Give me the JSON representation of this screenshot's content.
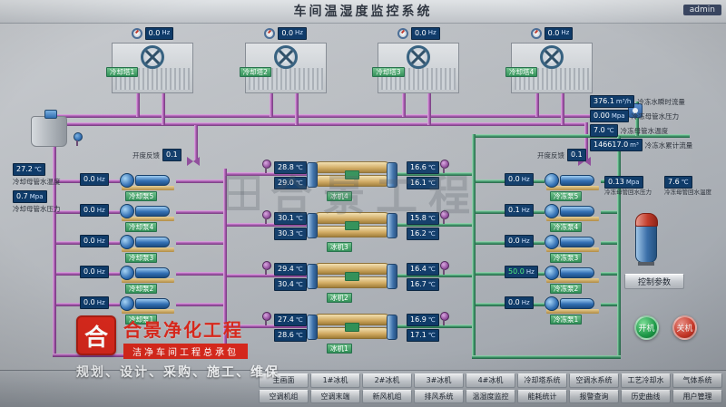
{
  "header": {
    "title": "车间温湿度监控系统",
    "user": "admin"
  },
  "watermark": {
    "text": "合景工程"
  },
  "towers": [
    {
      "name": "冷却塔1",
      "freq": "0.0",
      "unit": "Hz"
    },
    {
      "name": "冷却塔2",
      "freq": "0.0",
      "unit": "Hz"
    },
    {
      "name": "冷却塔3",
      "freq": "0.0",
      "unit": "Hz"
    },
    {
      "name": "冷却塔4",
      "freq": "0.0",
      "unit": "Hz"
    }
  ],
  "left_pumps": [
    {
      "name": "冷却泵5",
      "freq": "0.0",
      "unit": "Hz"
    },
    {
      "name": "冷却泵4",
      "freq": "0.0",
      "unit": "Hz"
    },
    {
      "name": "冷却泵3",
      "freq": "0.0",
      "unit": "Hz"
    },
    {
      "name": "冷却泵2",
      "freq": "0.0",
      "unit": "Hz"
    },
    {
      "name": "冷却泵1",
      "freq": "0.0",
      "unit": "Hz"
    }
  ],
  "right_pumps": [
    {
      "name": "冷冻泵5",
      "freq": "0.0",
      "unit": "Hz"
    },
    {
      "name": "冷冻泵4",
      "freq": "0.1",
      "unit": "Hz"
    },
    {
      "name": "冷冻泵3",
      "freq": "0.0",
      "unit": "Hz"
    },
    {
      "name": "冷冻泵2",
      "freq": "50.0",
      "unit": "Hz"
    },
    {
      "name": "冷冻泵1",
      "freq": "0.0",
      "unit": "Hz"
    }
  ],
  "chillers": [
    {
      "name": "冰机4",
      "cw_in": "28.8",
      "cw_out": "29.0",
      "chw_out": "16.6",
      "chw_in": "16.1",
      "unit": "℃"
    },
    {
      "name": "冰机3",
      "cw_in": "30.1",
      "cw_out": "30.3",
      "chw_out": "15.8",
      "chw_in": "16.2",
      "unit": "℃"
    },
    {
      "name": "冰机2",
      "cw_in": "29.4",
      "cw_out": "30.4",
      "chw_out": "16.4",
      "chw_in": "16.7",
      "unit": "℃"
    },
    {
      "name": "冰机1",
      "cw_in": "27.4",
      "cw_out": "28.6",
      "chw_out": "16.9",
      "chw_in": "17.1",
      "unit": "℃"
    }
  ],
  "left_station": {
    "valve_label": "开度反馈",
    "valve_value": "0.1",
    "sensors": [
      {
        "value": "27.2",
        "unit": "℃",
        "label": "冷却母管水温度"
      },
      {
        "value": "0.7",
        "unit": "Mpa",
        "label": "冷却母管水压力"
      }
    ]
  },
  "right_station": {
    "valve_label": "开度反馈",
    "valve_value": "0.1",
    "flow": [
      {
        "value": "376.1",
        "unit": "m³/h",
        "label": "冷冻水瞬时流量"
      },
      {
        "value": "0.00",
        "unit": "Mpa",
        "label": "冷冻母管水压力"
      },
      {
        "value": "7.0",
        "unit": "℃",
        "label": "冷冻母管水温度"
      },
      {
        "value": "146617.0",
        "unit": "m³",
        "label": "冷冻水累计流量"
      }
    ],
    "back": [
      {
        "value": "0.13",
        "unit": "Mpa",
        "label": "冷冻母管回水压力"
      },
      {
        "value": "7.6",
        "unit": "℃",
        "label": "冷冻母管回水温度"
      }
    ]
  },
  "controls": {
    "params": "控制参数",
    "start": "开机",
    "stop": "关机"
  },
  "branding": {
    "logo_char": "合",
    "company": "合景净化工程",
    "tagline": "洁净车间工程总承包",
    "services": "规划、设计、采购、施工、维保"
  },
  "toolbar": {
    "row1": [
      "主画面",
      "1#冰机",
      "2#冰机",
      "3#冰机",
      "4#冰机",
      "冷却塔系统",
      "空调水系统",
      "工艺冷却水",
      "气体系统"
    ],
    "row2": [
      "空调机组",
      "空调末端",
      "新风机组",
      "排风系统",
      "温湿度监控",
      "能耗统计",
      "报警查询",
      "历史曲线",
      "用户管理"
    ]
  }
}
